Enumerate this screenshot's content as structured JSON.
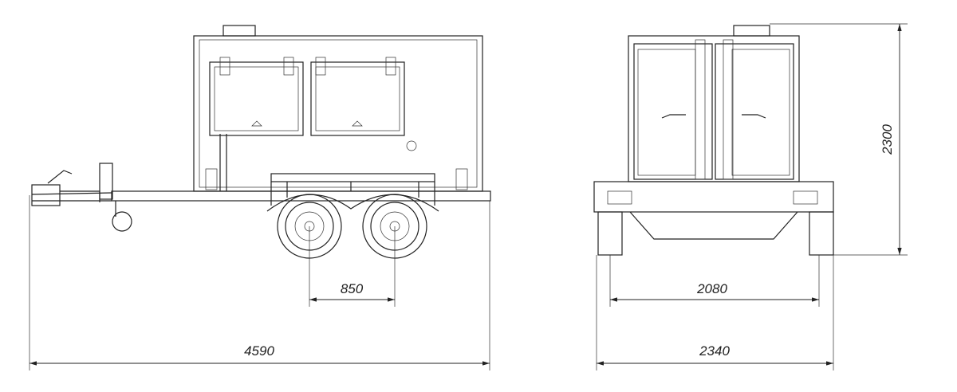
{
  "drawing": {
    "side_view": {
      "wheelbase_label": "850",
      "overall_length_label": "4590"
    },
    "front_view": {
      "track_label": "2080",
      "overall_width_label": "2340",
      "overall_height_label": "2300"
    }
  }
}
